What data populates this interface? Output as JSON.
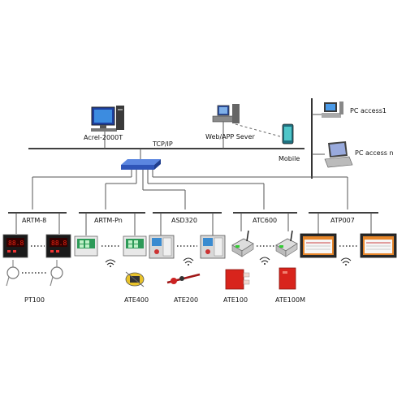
{
  "network": {
    "server_label": "Acrel-2000T",
    "protocol_label": "TCP/IP",
    "web_label": "Web/APP Sever",
    "mobile_label": "Mobile",
    "pc1_label": "PC access1",
    "pcn_label": "PC access n"
  },
  "groups": {
    "artm8": "ARTM-8",
    "artmpn": "ARTM-Pn",
    "asd320": "ASD320",
    "atc600": "ATC600",
    "atp007": "ATP007"
  },
  "sensors": {
    "pt100": "PT100",
    "ate400": "ATE400",
    "ate200": "ATE200",
    "ate100": "ATE100",
    "ate100m": "ATE100M"
  },
  "colors": {
    "line": "#000000",
    "switch_blue": "#2f55b8",
    "device_red": "#d8241c",
    "panel_orange": "#e7862a",
    "screen_blue": "#1e7fd8"
  }
}
